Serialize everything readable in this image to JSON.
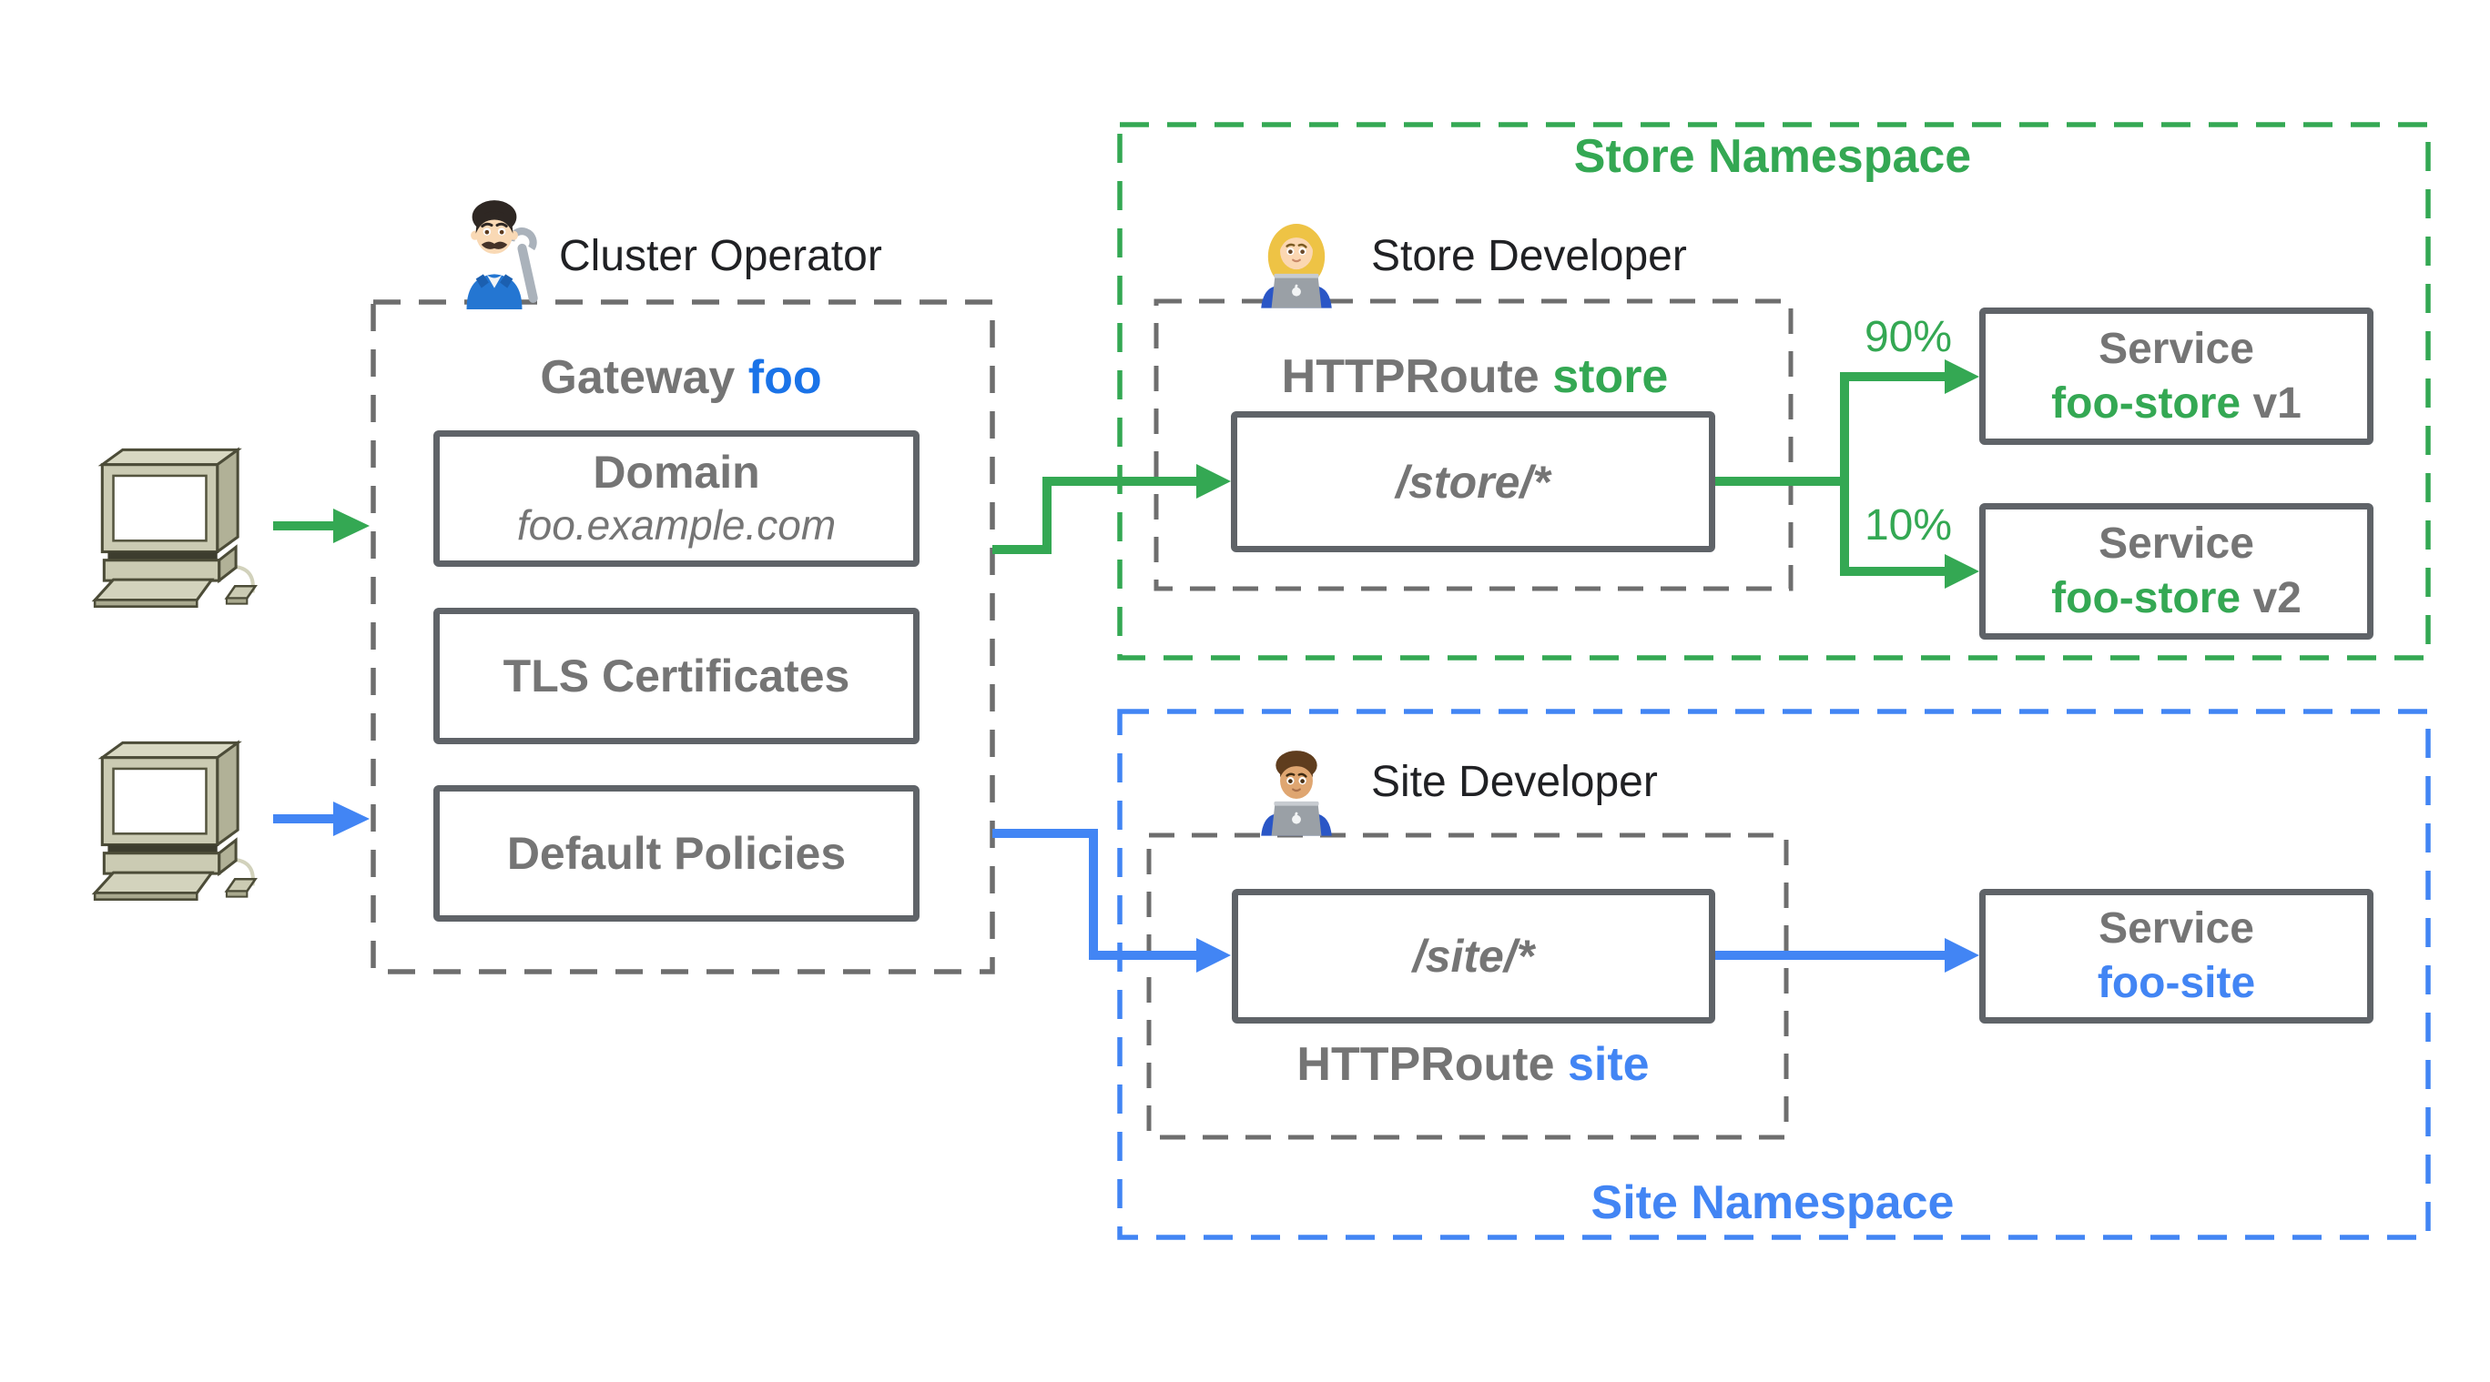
{
  "colors": {
    "green": "#34a853",
    "blue": "#4285f4",
    "gateway_name_blue": "#1a73e8",
    "gray_text": "#757575",
    "near_black": "#202124",
    "box_border": "#5f6368"
  },
  "clients": {
    "icon": "desktop-computer-icon",
    "count": 2
  },
  "cluster": {
    "persona": {
      "icon": "man-mechanic-icon",
      "label": "Cluster Operator"
    },
    "title": {
      "prefix": "Gateway",
      "name": "foo"
    },
    "domain_box": {
      "title": "Domain",
      "value": "foo.example.com"
    },
    "tls_box": {
      "label": "TLS Certificates"
    },
    "policies_box": {
      "label": "Default Policies"
    }
  },
  "store_namespace": {
    "label": "Store Namespace",
    "persona": {
      "icon": "woman-technologist-icon",
      "label": "Store Developer"
    },
    "route": {
      "prefix": "HTTPRoute",
      "name": "store",
      "path": "/store/*"
    },
    "split": [
      {
        "weight": "90%",
        "service_label": "Service",
        "service_name": "foo-store",
        "version": "v1"
      },
      {
        "weight": "10%",
        "service_label": "Service",
        "service_name": "foo-store",
        "version": "v2"
      }
    ]
  },
  "site_namespace": {
    "label": "Site Namespace",
    "persona": {
      "icon": "man-technologist-icon",
      "label": "Site Developer"
    },
    "route": {
      "prefix": "HTTPRoute",
      "name": "site",
      "path": "/site/*"
    },
    "service": {
      "service_label": "Service",
      "service_name": "foo-site"
    }
  }
}
